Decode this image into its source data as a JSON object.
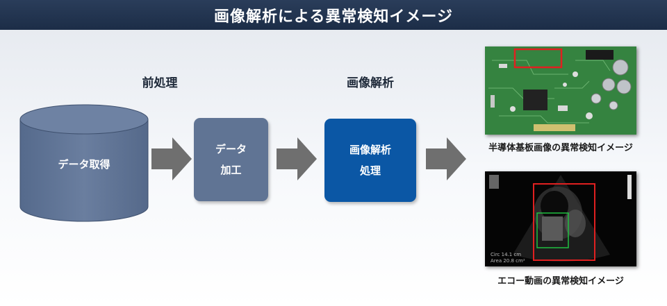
{
  "banner": {
    "title": "画像解析による異常検知イメージ"
  },
  "steps": {
    "preprocessing_label": "前処理",
    "analysis_label": "画像解析"
  },
  "database": {
    "label": "データ取得"
  },
  "process_box": {
    "line1": "データ",
    "line2": "加工"
  },
  "analysis_box": {
    "line1": "画像解析",
    "line2": "処理"
  },
  "examples": [
    {
      "caption": "半導体基板画像の異常検知イメージ"
    },
    {
      "caption": "エコー動画の異常検知イメージ"
    }
  ],
  "colors": {
    "banner": "#1c2d47",
    "database": "#607494",
    "process_box": "#607494",
    "analysis_box": "#0b57a5",
    "arrow": "#6f6f6f",
    "detection_frame": "#e02020",
    "roi_frame": "#20c040"
  }
}
